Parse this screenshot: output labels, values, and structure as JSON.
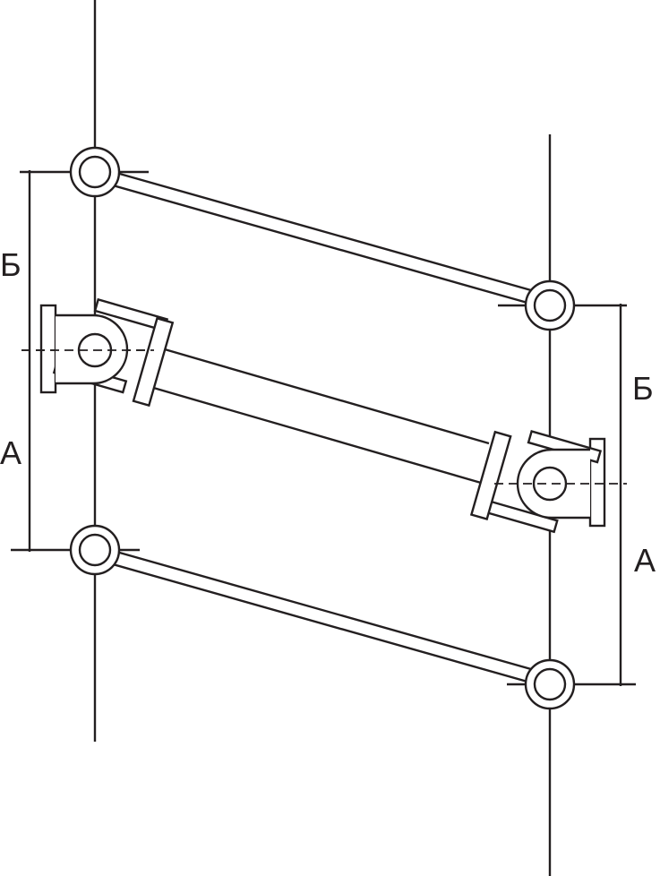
{
  "diagram": {
    "line_color": "#231f20",
    "background": "#ffffff",
    "labels": {
      "left_b": "Б",
      "left_a": "А",
      "right_b": "Б",
      "right_a": "А"
    }
  }
}
